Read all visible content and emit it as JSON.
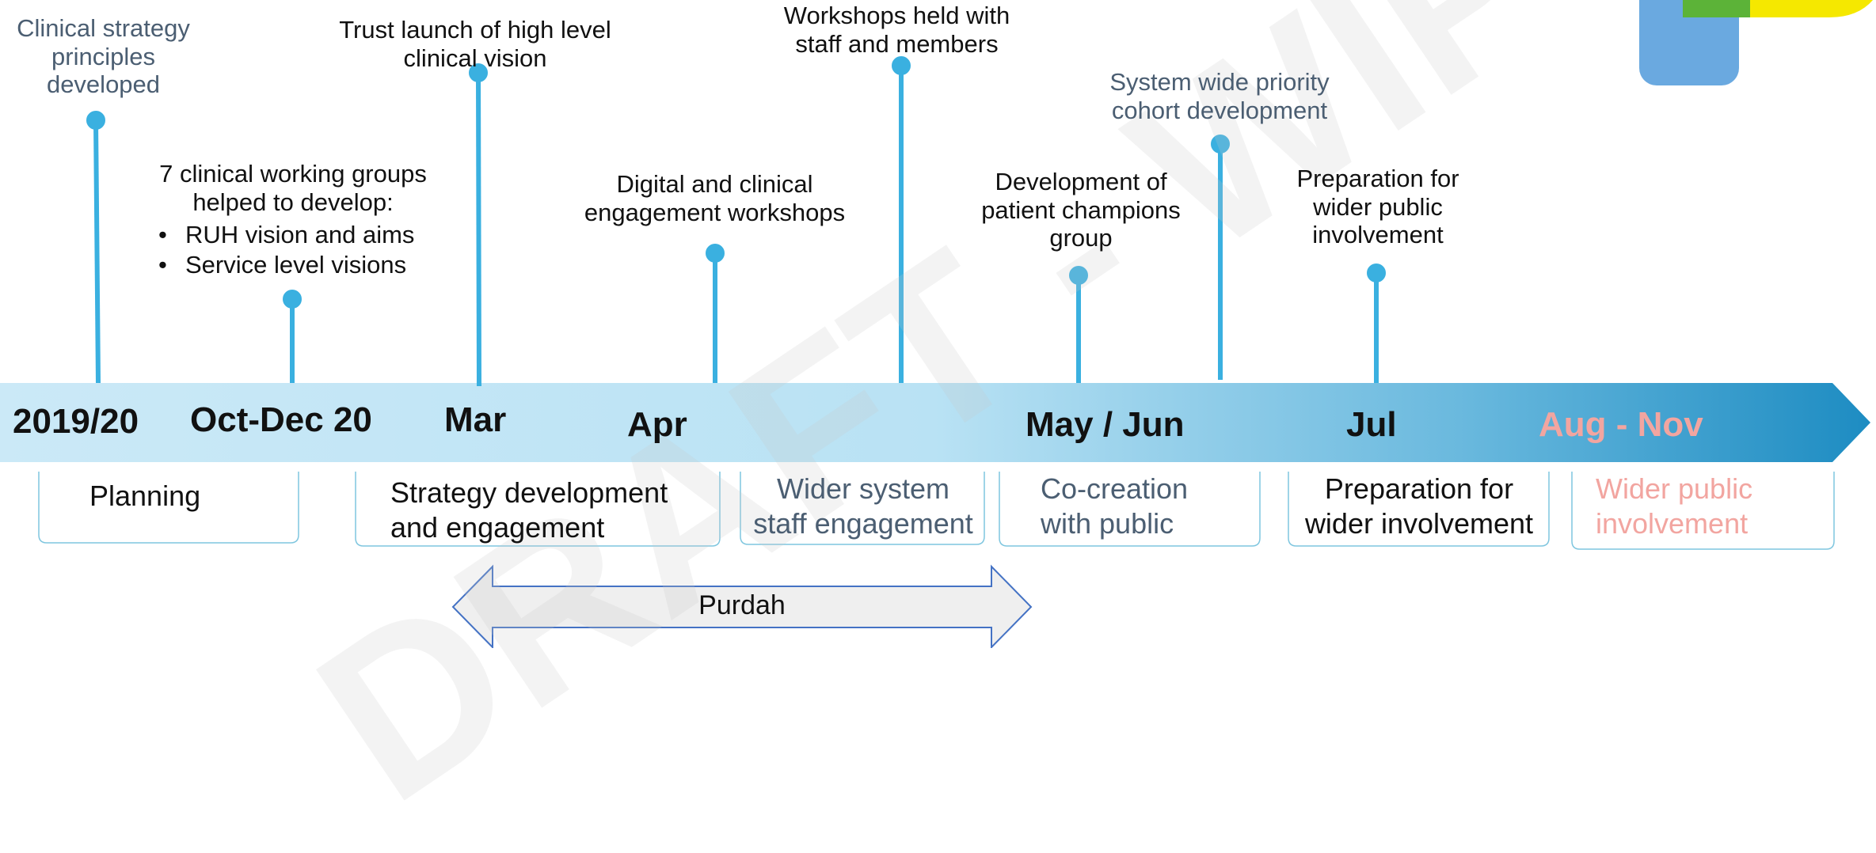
{
  "periods": {
    "p2019": "2019/20",
    "octdec": "Oct-Dec 20",
    "mar": "Mar",
    "apr": "Apr",
    "mayjun": "May / Jun",
    "jul": "Jul",
    "augnov": "Aug - Nov"
  },
  "milestones": {
    "m1": "Clinical strategy\nprinciples\ndeveloped",
    "m2_intro": "7 clinical working groups\nhelped to develop:",
    "m2_bullets": [
      "RUH vision and aims",
      "Service level visions"
    ],
    "m3": "Trust launch of high level\nclinical vision",
    "m4": "Digital and clinical\nengagement workshops",
    "m5": "Workshops held with\nstaff and members",
    "m6": "Development of\npatient champions\ngroup",
    "m7": "System wide priority\ncohort development",
    "m8": "Preparation for\nwider public\ninvolvement"
  },
  "phases": {
    "planning": "Planning",
    "strategy": "Strategy development\nand engagement",
    "wider_staff": "Wider system\nstaff engagement",
    "cocreation": "Co-creation\nwith public",
    "prep": "Preparation for\nwider involvement",
    "wider_public": "Wider public\ninvolvement"
  },
  "purdah": "Purdah",
  "watermark": "DRAFT - WIP",
  "colors": {
    "accent": "#3ab0e0",
    "arrow_light": "#cdeaf8",
    "arrow_dark": "#1f8fc4",
    "grey_text": "#4b5e72",
    "pink_text": "#f2a5a0",
    "bracket": "#7fc6df",
    "logo_blue": "#6aa9e0",
    "logo_green": "#5cb338",
    "logo_yellow": "#f5e800"
  }
}
